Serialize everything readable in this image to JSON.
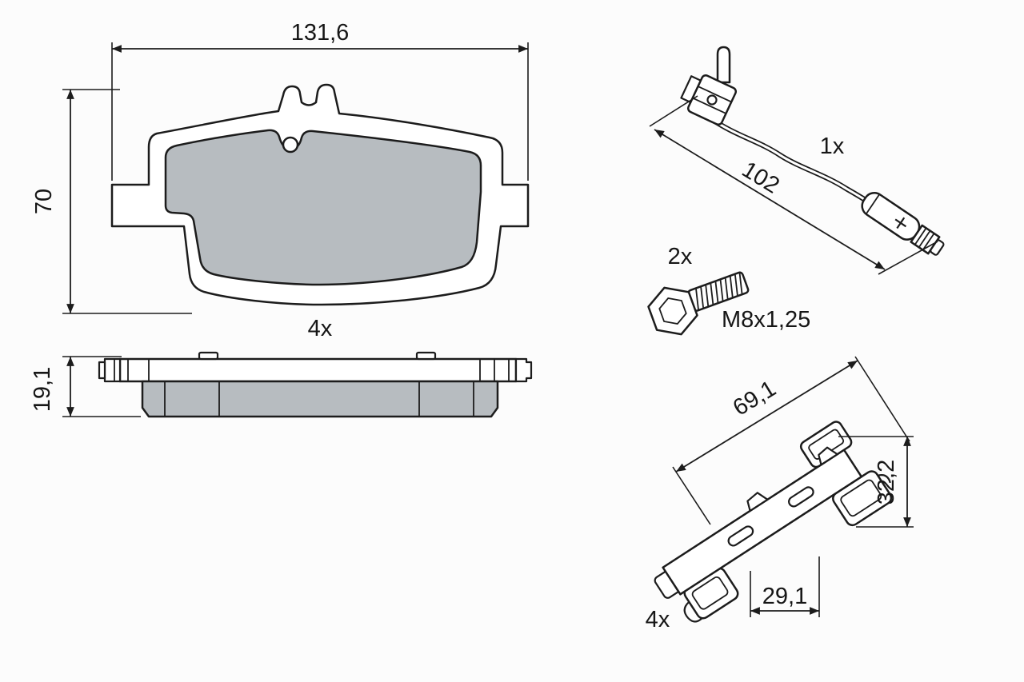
{
  "diagram": {
    "title": "brake-pad-set-technical-drawing",
    "colors": {
      "line": "#1c1c1c",
      "pad_fill": "#b7bcc0",
      "background": "#fcfcfc",
      "text": "#161616"
    },
    "parts": {
      "pad_front": {
        "width": "131,6",
        "height": "70",
        "quantity": "4x"
      },
      "pad_side": {
        "thickness": "19,1"
      },
      "wear_sensor": {
        "quantity": "1x",
        "length": "102"
      },
      "bolt": {
        "quantity": "2x",
        "thread": "M8x1,25"
      },
      "clip_kit": {
        "quantity": "4x",
        "length": "69,1",
        "height": "32,2",
        "width": "29,1"
      }
    }
  }
}
